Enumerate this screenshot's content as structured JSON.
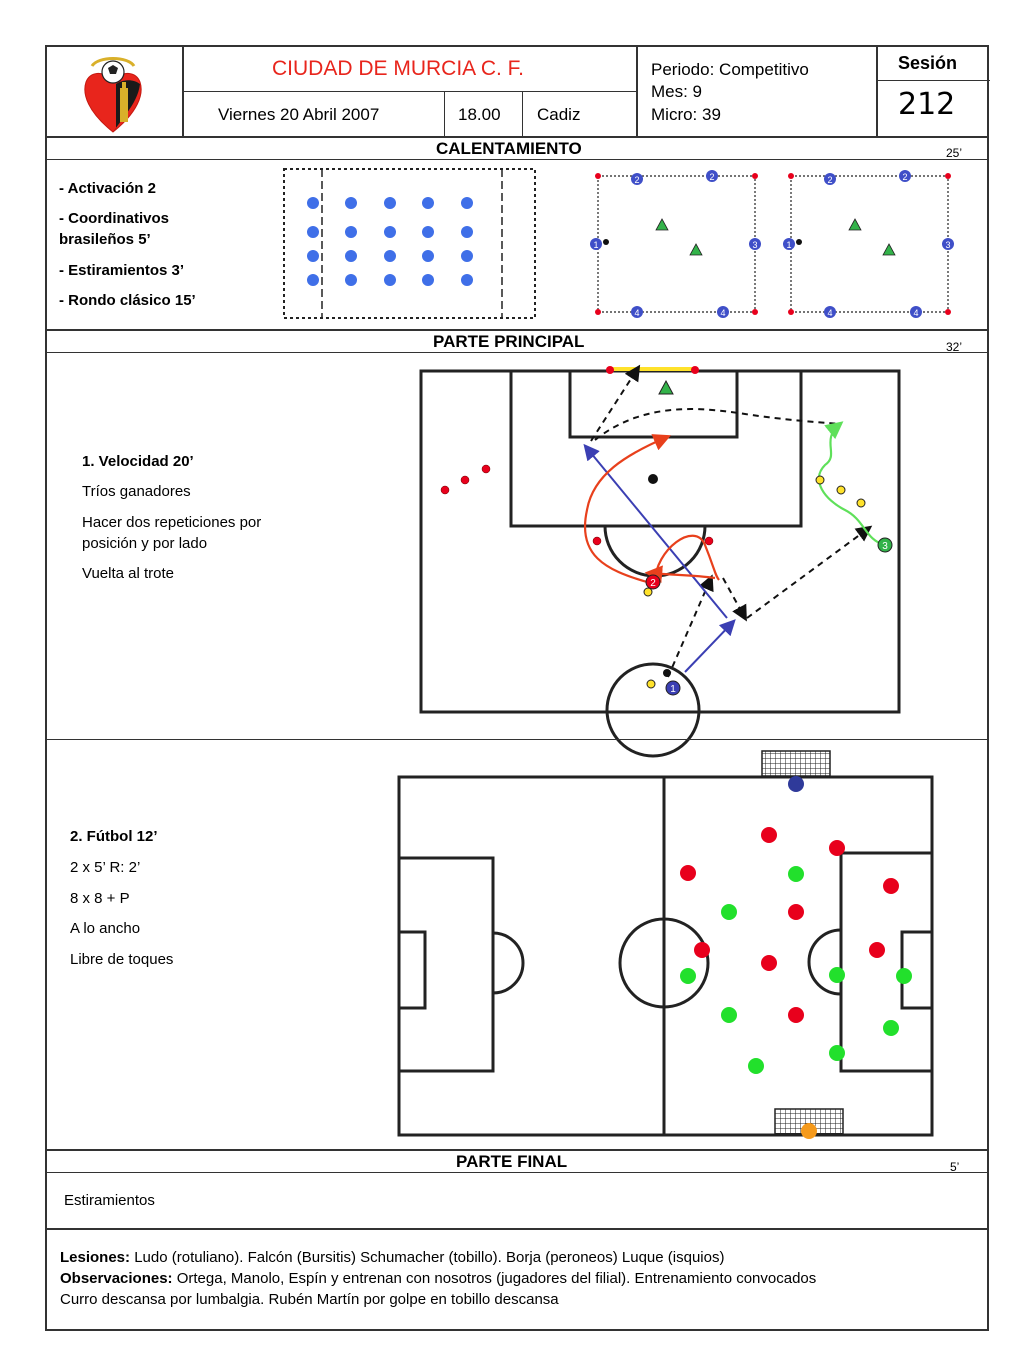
{
  "header": {
    "club_name": "CIUDAD DE MURCIA C. F.",
    "date": "Viernes 20 Abril  2007",
    "time": "18.00",
    "rival": "Cadiz",
    "period": "Periodo: Competitivo",
    "month": "Mes: 9",
    "micro": "Micro: 39",
    "session_label": "Sesión",
    "session_number": "212"
  },
  "warmup": {
    "title": "CALENTAMIENTO",
    "minutes": "25’",
    "items": [
      "- Activación 2",
      "- Coordinativos",
      "brasileños 5’",
      "- Estiramientos 3’",
      "- Rondo clásico  15’"
    ],
    "diagram_markers": [
      "1",
      "2",
      "2",
      "3",
      "4",
      "4"
    ]
  },
  "main": {
    "title": "PARTE PRINCIPAL",
    "minutes": "32’",
    "exercise1": {
      "title": "1. Velocidad  20’",
      "lines": [
        "Tríos ganadores",
        "Hacer dos repeticiones por",
        "posición y por lado",
        "Vuelta al trote"
      ],
      "markers": [
        "1",
        "2",
        "3"
      ],
      "colors": {
        "blue": "#3b3fb3",
        "red": "#e8401c",
        "green": "#5fe05a",
        "yellow": "#ffe22b"
      }
    },
    "exercise2": {
      "title": "2. Fútbol 12’",
      "lines": [
        "2 x 5’ R: 2’",
        "8 x 8 + P",
        "A lo ancho",
        "Libre de toques"
      ],
      "colors": {
        "team_a": "#e8001c",
        "team_b": "#22e02c",
        "keeper_top": "#2f3a9a",
        "keeper_bottom": "#f59a1c"
      }
    }
  },
  "final": {
    "title": "PARTE FINAL",
    "minutes": "5’",
    "text": "Estiramientos"
  },
  "notes": {
    "injuries_label": "Lesiones:",
    "injuries_text": " Ludo (rotuliano). Falcón (Bursitis) Schumacher (tobillo). Borja (peroneos) Luque (isquios)",
    "observations_label": "Observaciones:",
    "observations_text": " Ortega, Manolo, Espín y  entrenan con nosotros (jugadores del filial). Entrenamiento convocados",
    "observations_line2": "Curro descansa por lumbalgia. Rubén Martín por golpe en tobillo descansa"
  }
}
